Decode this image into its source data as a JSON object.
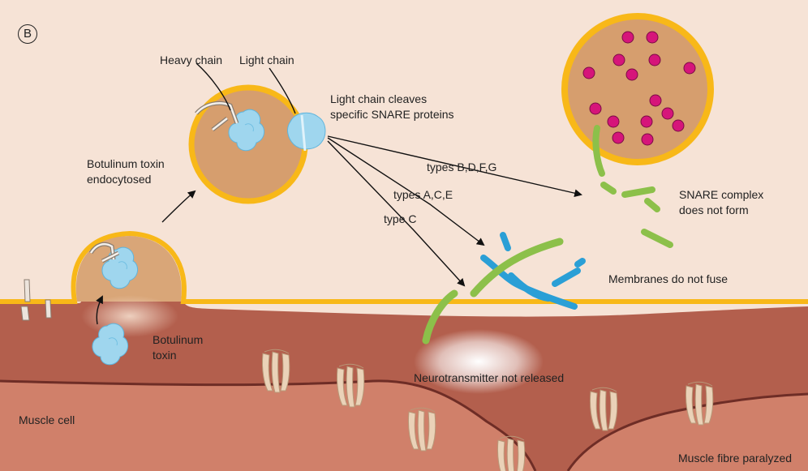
{
  "panel_label": "B",
  "labels": {
    "heavy_chain": "Heavy chain",
    "light_chain": "Light chain",
    "light_chain_cleaves": [
      "Light chain cleaves",
      "specific SNARE proteins"
    ],
    "endocytosed": [
      "Botulinum toxin",
      "endocytosed"
    ],
    "types_bdfg": "types B,D,F,G",
    "types_ace": "types A,C,E",
    "type_c": "type C",
    "snare_no_form": [
      "SNARE complex",
      "does not form"
    ],
    "membranes": "Membranes do not fuse",
    "toxin": [
      "Botulinum",
      "toxin"
    ],
    "neurotransmitter": "Neurotransmitter not released",
    "muscle_cell": "Muscle cell",
    "paralyzed": "Muscle fibre paralyzed"
  },
  "colors": {
    "background": "#f6e3d6",
    "membrane": "#f8b818",
    "vesicle_fill": "#d69e6e",
    "muscle": "#b35f4d",
    "muscle_light": "#d0806a",
    "toxin": "#9fd6ee",
    "snare_green": "#8cc04a",
    "snare_blue": "#2a9fd6",
    "neurotransmitter": "#d6157a",
    "receptor": "#ead2b8"
  },
  "icons": [
    "toxin-molecule-icon",
    "receptor-icon",
    "neurotransmitter-dot-icon"
  ]
}
